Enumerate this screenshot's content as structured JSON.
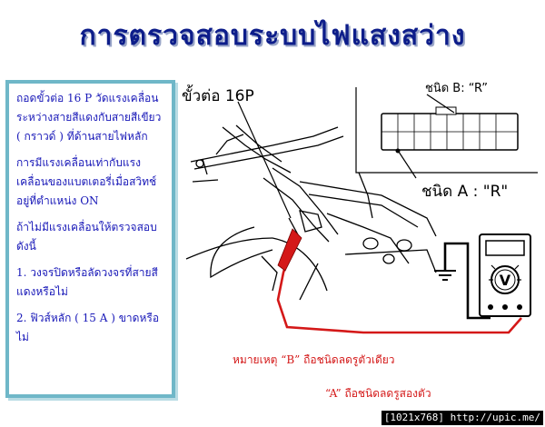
{
  "title": "การตรวจสอบระบบไฟแสงสว่าง",
  "notes": [
    "ถอดขั้วต่อ 16 P วัดแรงเคลื่อนระหว่างสายสีแดงกับสายสีเขียว ( กราวด์ ) ที่ด้านสายไฟหลัก",
    "การมีแรงเคลื่อนเท่ากับแรงเคลื่อนของแบตเตอรี่เมื่อสวิทช์อยู่ที่ตำแหน่ง ON",
    "ถ้าไม่มีแรงเคลื่อนให้ตรวจสอบดังนี้",
    "1. วงจรปิดหรือลัดวงจรที่สายสีแดงหรือไม่",
    "2. ฟิวส์หลัก ( 15 A ) ขาดหรือไม่"
  ],
  "diagram": {
    "connector_label": "ขั้วต่อ 16P",
    "type_b_label": "ชนิด B: “R”",
    "type_a_label": "ชนิด A : \"R\"",
    "meter_symbol": "V",
    "remark_1": "หมายเหตุ “B” ถือชนิดลดรูตัวเดียว",
    "remark_2": "“A” ถือชนิดลดรูสองตัว"
  },
  "watermark": "[1021x768] http://upic.me/",
  "colors": {
    "title": "#0d1d8a",
    "note_text": "#1818b8",
    "panel_border": "#6fb7c8",
    "probe_red": "#d41818",
    "remark_text": "#d41818"
  }
}
